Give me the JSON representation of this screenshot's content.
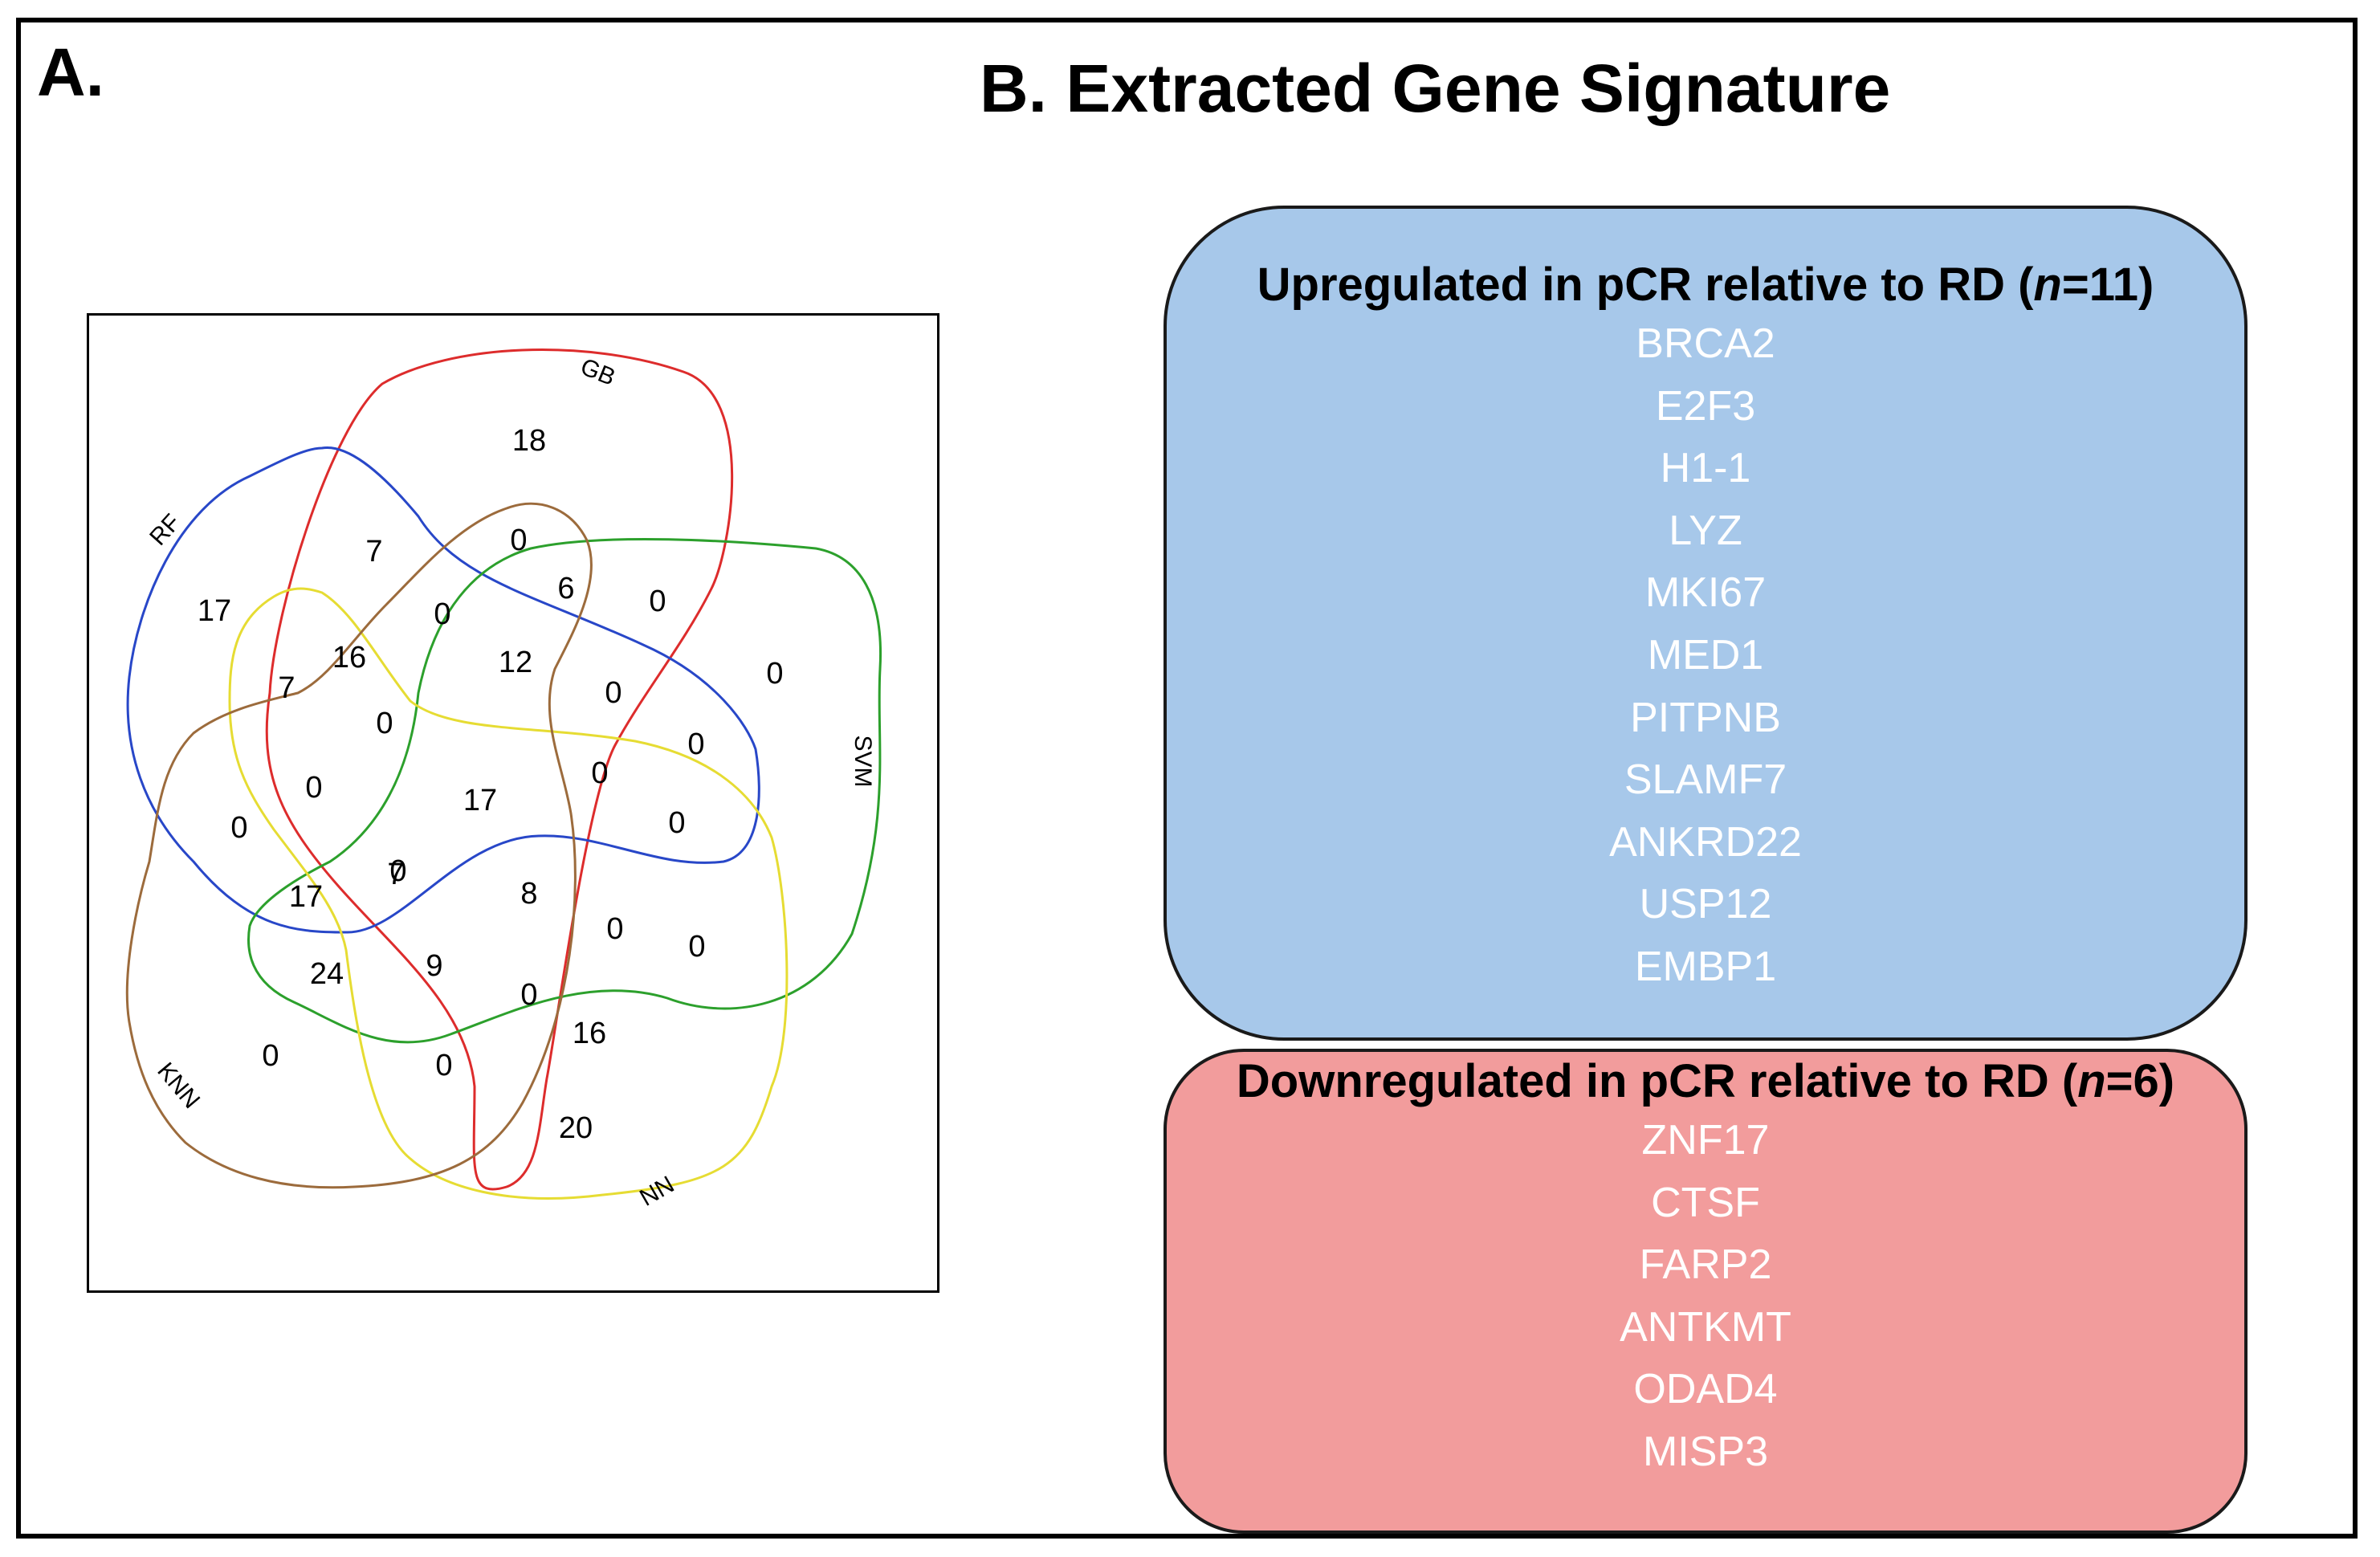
{
  "panel_a": {
    "label": "A.",
    "venn": {
      "sets": [
        {
          "name": "GB",
          "color": "#dd2c2c"
        },
        {
          "name": "RF",
          "color": "#2847c8"
        },
        {
          "name": "SVM",
          "color": "#2ca02c"
        },
        {
          "name": "NN",
          "color": "#e6dc33"
        },
        {
          "name": "KNN",
          "color": "#9c6b3c"
        }
      ],
      "region_counts": [
        "18",
        "7",
        "0",
        "6",
        "0",
        "0",
        "17",
        "0",
        "16",
        "12",
        "7",
        "0",
        "0",
        "0",
        "0",
        "0",
        "17",
        "0",
        "0",
        "0",
        "17",
        "7",
        "8",
        "0",
        "0",
        "24",
        "9",
        "0",
        "16",
        "0",
        "0",
        "20"
      ]
    }
  },
  "panel_b": {
    "title": "B. Extracted Gene Signature",
    "upregulated": {
      "heading_prefix": "Upregulated in pCR relative to RD (",
      "heading_n": "n",
      "heading_suffix": "=11)",
      "color": "#a7c8ea",
      "genes": [
        "BRCA2",
        "E2F3",
        "H1-1",
        "LYZ",
        "MKI67",
        "MED1",
        "PITPNB",
        "SLAMF7",
        "ANKRD22",
        "USP12",
        "EMBP1"
      ]
    },
    "downregulated": {
      "heading_prefix": "Downregulated in pCR relative to RD (",
      "heading_n": "n",
      "heading_suffix": "=6)",
      "color": "#f29c9c",
      "genes": [
        "ZNF17",
        "CTSF",
        "FARP2",
        "ANTKMT",
        "ODAD4",
        "MISP3"
      ]
    }
  }
}
